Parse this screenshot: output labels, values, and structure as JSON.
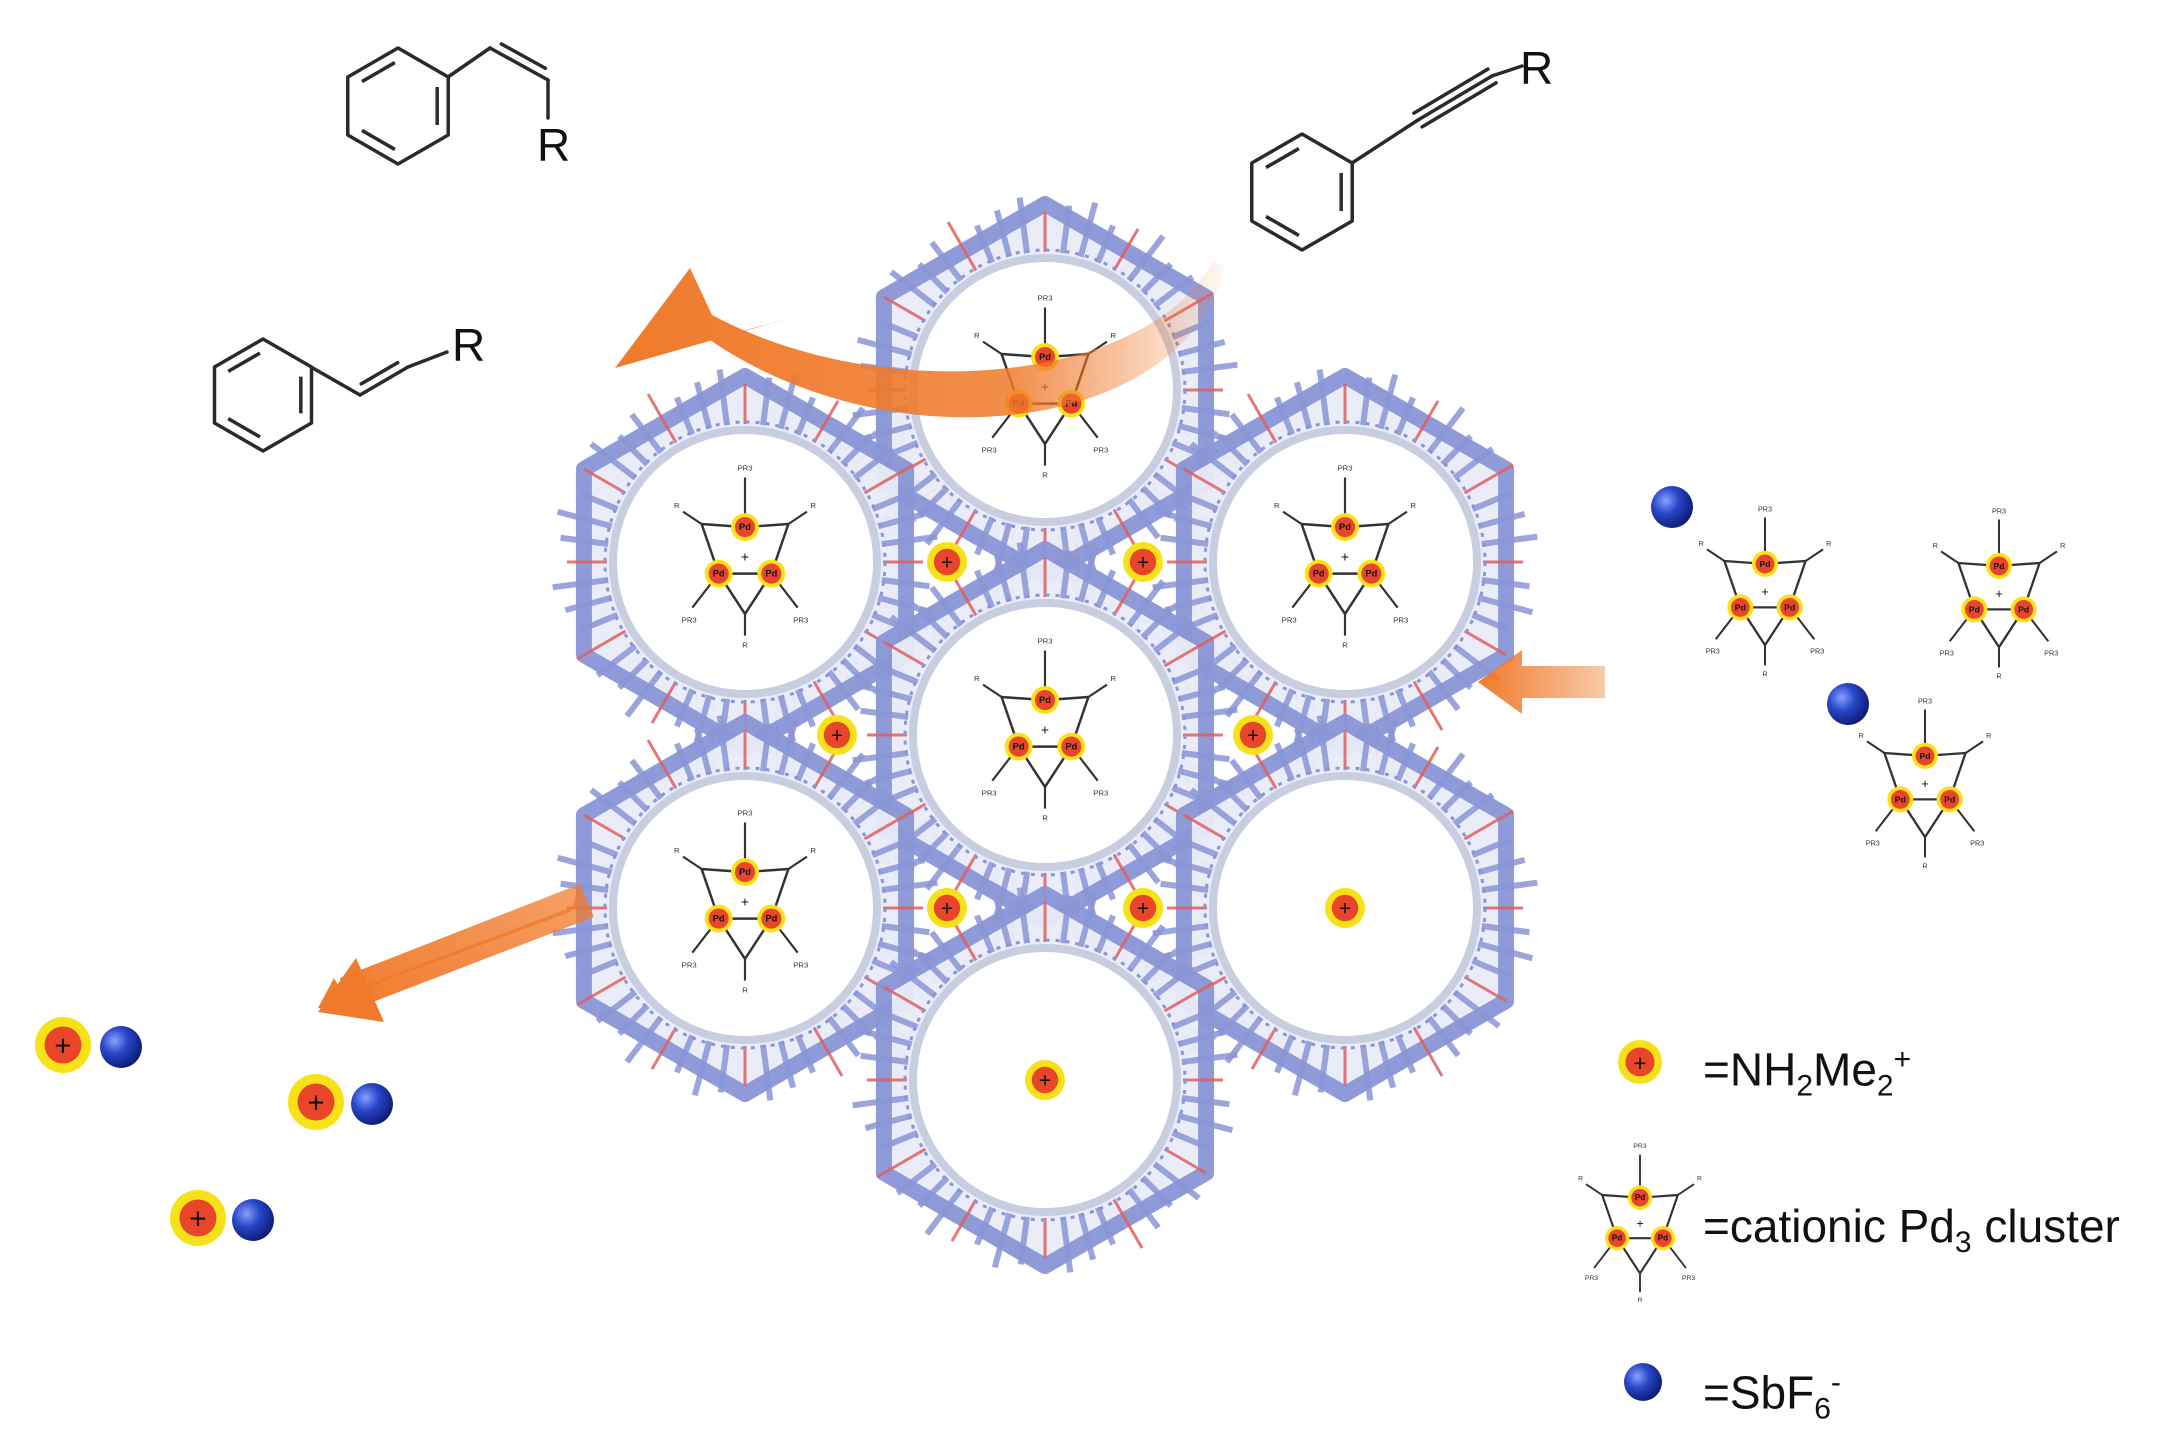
{
  "molecules": {
    "alkyne_r": "R",
    "cis_alkene_r": "R",
    "trans_alkene_r": "R"
  },
  "cluster": {
    "pd_atom": "Pd",
    "charge": "+",
    "ligand_p": "PR3",
    "ligand_c": "R"
  },
  "cation_symbol": "+",
  "legend": {
    "nh2me2": {
      "prefix": "=NH",
      "sub1": "2",
      "mid": "Me",
      "sub2": "2",
      "sup": "+"
    },
    "cluster": {
      "prefix": "=cationic Pd",
      "sub": "3",
      "suffix": " cluster"
    },
    "sbf6": {
      "prefix": "=SbF",
      "sub": "6",
      "sup": "-"
    }
  },
  "colors": {
    "arrow": "#f07a2a",
    "cation_ring": "#f7e21a",
    "cation_core": "#e8452a",
    "anion": "#1a36b8",
    "framework": "#8a96d6",
    "framework_accent": "#e06060"
  }
}
